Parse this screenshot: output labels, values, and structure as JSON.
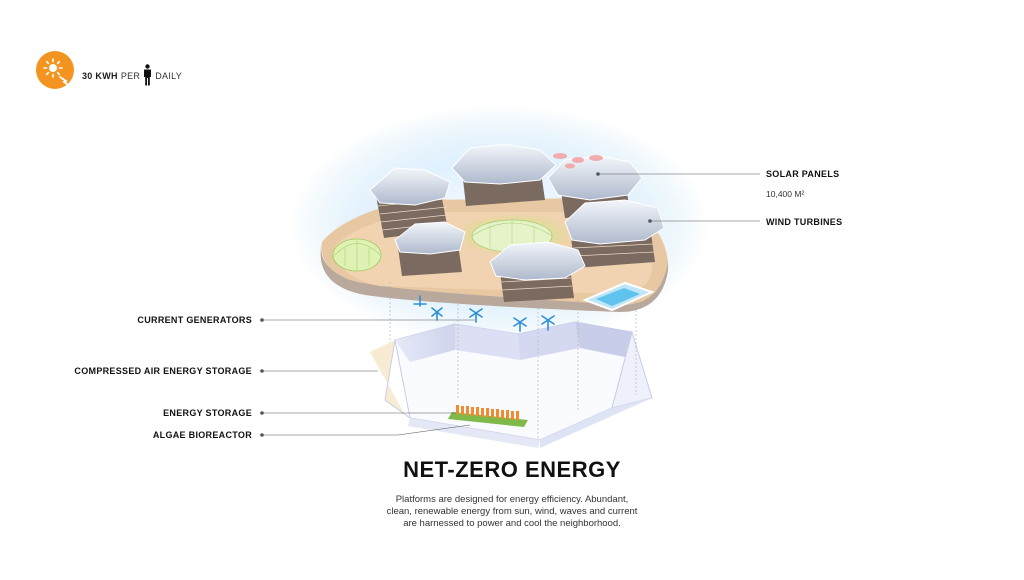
{
  "header": {
    "energy_value": "30 KWH",
    "per_label": "PER",
    "period_label": "DAILY",
    "icon": "solar-energy-icon",
    "person_icon": "person-icon",
    "badge_color": "#f39420"
  },
  "labels": {
    "solar_panels": "SOLAR PANELS",
    "solar_area": "10,400 M²",
    "wind_turbines": "WIND TURBINES",
    "current_generators": "CURRENT GENERATORS",
    "compressed_air": "COMPRESSED AIR ENERGY STORAGE",
    "energy_storage": "ENERGY STORAGE",
    "algae_bioreactor": "ALGAE BIOREACTOR"
  },
  "title": "NET-ZERO ENERGY",
  "description": [
    "Platforms are designed for energy efficiency.  Abundant,",
    "clean, renewable energy from sun, wind, waves and current",
    "are harnessed to power and cool the neighborhood."
  ],
  "colors": {
    "platform": "#f2c9a0",
    "glow": "#c7e4f5",
    "accent_green": "#b9e35a",
    "storage_orange": "#f28a2e",
    "turbine_blue": "#2d8fd6"
  }
}
